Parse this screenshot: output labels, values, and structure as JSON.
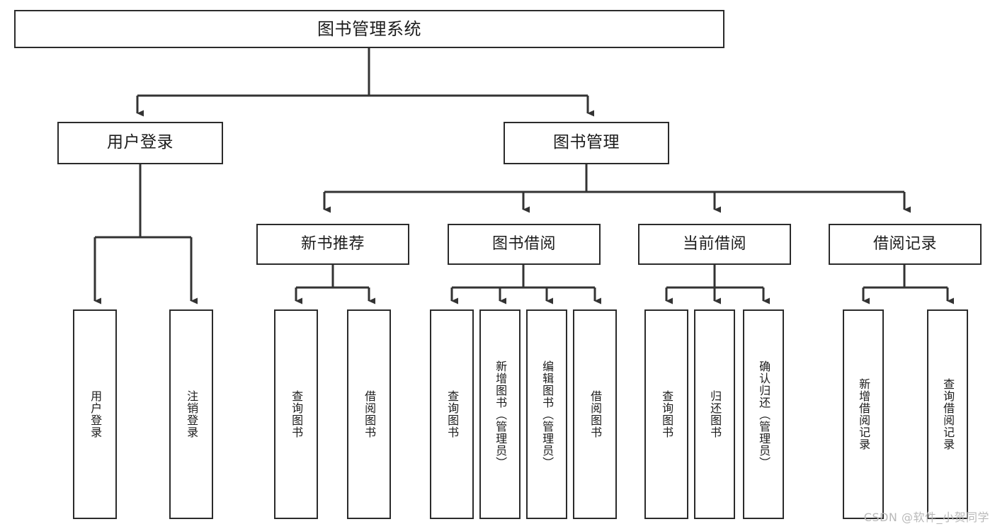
{
  "diagram": {
    "title": "图书管理系统",
    "type": "tree-functional-structure",
    "colors": {
      "background": "#ffffff",
      "box_border": "#2b2b2b",
      "text": "#1c1c1c",
      "edge": "#333333",
      "watermark": "#b9b9b9"
    },
    "watermark": "CSDN @软件_小贺同学",
    "root": {
      "label": "图书管理系统"
    },
    "level2": [
      {
        "label": "用户登录"
      },
      {
        "label": "图书管理"
      }
    ],
    "level3": [
      {
        "label": "新书推荐"
      },
      {
        "label": "图书借阅"
      },
      {
        "label": "当前借阅"
      },
      {
        "label": "借阅记录"
      }
    ],
    "leaves": {
      "user_login": [
        {
          "label": "用户登录"
        },
        {
          "label": "注销登录"
        }
      ],
      "new_book_recommend": [
        {
          "label": "查询图书"
        },
        {
          "label": "借阅图书"
        }
      ],
      "book_borrow": [
        {
          "label": "查询图书"
        },
        {
          "label": "新增图书（管理员）"
        },
        {
          "label": "编辑图书（管理员）"
        },
        {
          "label": "借阅图书"
        }
      ],
      "current_borrow": [
        {
          "label": "查询图书"
        },
        {
          "label": "归还图书"
        },
        {
          "label": "确认归还（管理员）"
        }
      ],
      "borrow_record": [
        {
          "label": "新增借阅记录"
        },
        {
          "label": "查询借阅记录"
        }
      ]
    }
  }
}
